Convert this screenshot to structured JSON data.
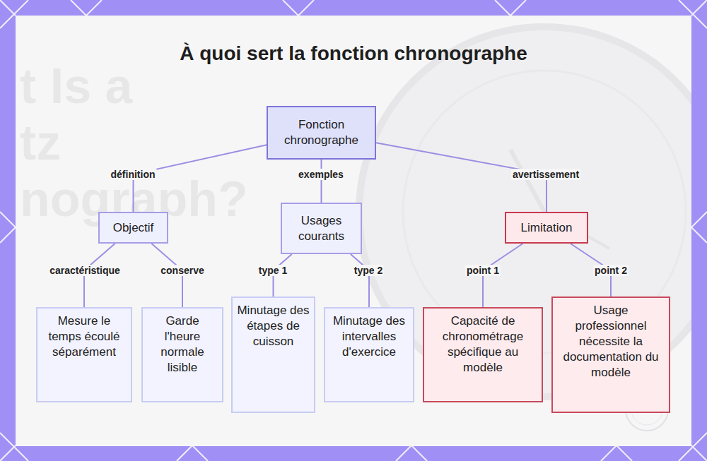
{
  "diagram": {
    "title": "À quoi sert la fonction chronographe",
    "nodes": [
      {
        "text": [
          "Fonction chronographe"
        ]
      },
      {
        "text": [
          "Objectif"
        ]
      },
      {
        "text": [
          "Usages courants"
        ]
      },
      {
        "text": [
          "Limitation"
        ]
      },
      {
        "text": [
          "Mesure le temps écoulé séparément"
        ]
      },
      {
        "text": [
          "Garde l'heure normale lisible"
        ]
      },
      {
        "text": [
          "Minutage des étapes de cuisson"
        ]
      },
      {
        "text": [
          "Minutage des intervalles d'exercice"
        ]
      },
      {
        "text": [
          "Capacité de chronométrage spécifique au modèle"
        ]
      },
      {
        "text": [
          "Usage professionnel nécessite la documentation du modèle"
        ]
      }
    ],
    "edges": [
      {
        "from": 0,
        "to": 1,
        "label": "définition",
        "arrow": "none"
      },
      {
        "from": 0,
        "to": 2,
        "label": "exemples",
        "arrow": "none"
      },
      {
        "from": 0,
        "to": 3,
        "label": "avertissement",
        "arrow": "none"
      },
      {
        "from": 1,
        "to": 4,
        "label": "caractéristique",
        "arrow": "none"
      },
      {
        "from": 1,
        "to": 5,
        "label": "conserve",
        "arrow": "none"
      },
      {
        "from": 2,
        "to": 6,
        "label": "type 1",
        "arrow": "none"
      },
      {
        "from": 2,
        "to": 7,
        "label": "type 2",
        "arrow": "none"
      },
      {
        "from": 3,
        "to": 8,
        "label": "point 1",
        "arrow": "none"
      },
      {
        "from": 3,
        "to": 9,
        "label": "point 2",
        "arrow": "none"
      }
    ],
    "labels": [
      "t Is a",
      "tz",
      "nograph?"
    ]
  }
}
